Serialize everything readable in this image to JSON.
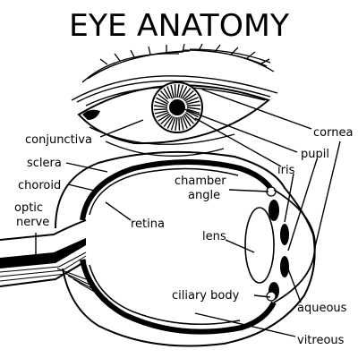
{
  "title": "EYE ANATOMY",
  "labels": {
    "cornea": "cornea",
    "pupil": "pupil",
    "iris": "iris",
    "conjunctiva": "conjunctiva",
    "sclera": "sclera",
    "choroid": "choroid",
    "optic_nerve_1": "optic",
    "optic_nerve_2": "nerve",
    "retina": "retina",
    "chamber_angle_1": "chamber",
    "chamber_angle_2": "angle",
    "lens": "lens",
    "ciliary_body": "ciliary body",
    "aqueous": "aqueous",
    "vitreous": "vitreous"
  },
  "colors": {
    "ink": "#000000",
    "paper": "#ffffff"
  }
}
